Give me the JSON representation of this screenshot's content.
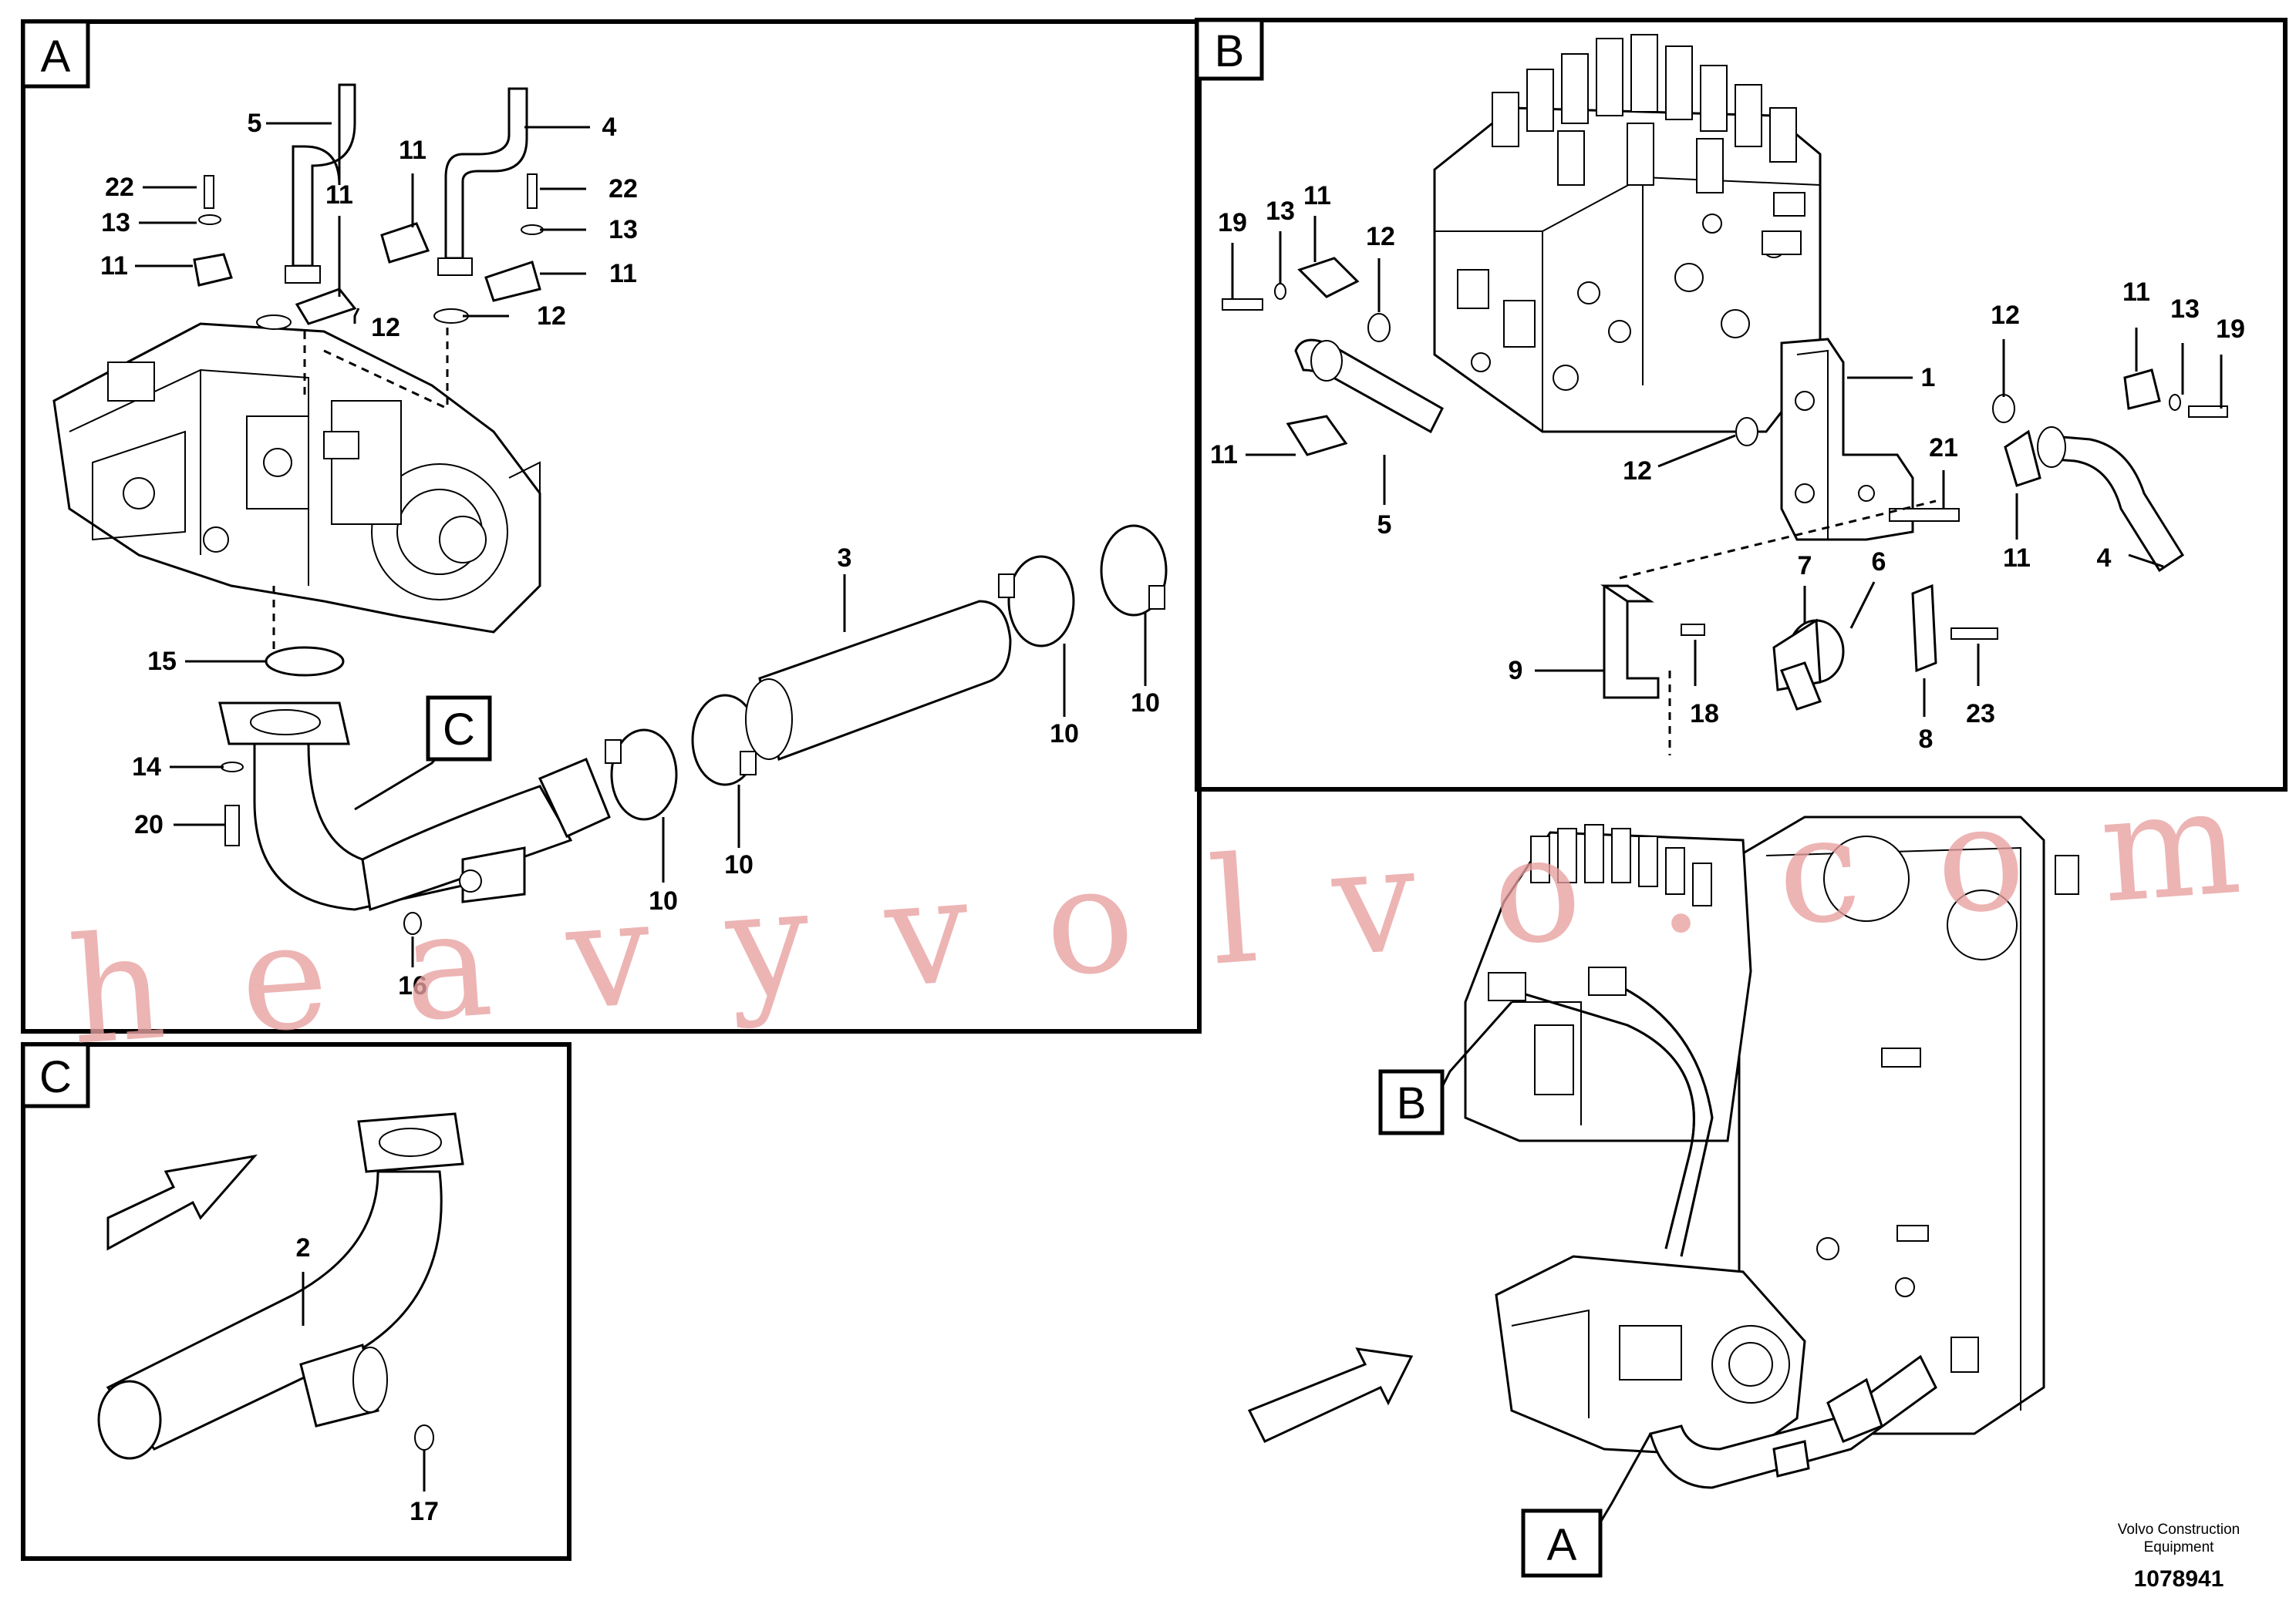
{
  "panels": {
    "a": "A",
    "b": "B",
    "c": "C"
  },
  "callouts": {
    "view_a": "A",
    "view_b": "B",
    "view_c": "C"
  },
  "panel_a": {
    "n5": "5",
    "n4": "4",
    "n11a": "11",
    "n11b": "11",
    "n11c": "11",
    "n11d": "11",
    "n22a": "22",
    "n22b": "22",
    "n13a": "13",
    "n13b": "13",
    "n12a": "12",
    "n12b": "12",
    "n15": "15",
    "n14": "14",
    "n20": "20",
    "n16": "16",
    "n3": "3",
    "n10a": "10",
    "n10b": "10",
    "n10c": "10",
    "n10d": "10"
  },
  "panel_b": {
    "n19a": "19",
    "n13a": "13",
    "n11a": "11",
    "n12a": "12",
    "n11b": "11",
    "n5": "5",
    "n12b": "12",
    "n1": "1",
    "n12c": "12",
    "n11c": "11",
    "n13b": "13",
    "n19b": "19",
    "n21": "21",
    "n11d": "11",
    "n4": "4",
    "n7": "7",
    "n6": "6",
    "n9": "9",
    "n18": "18",
    "n8": "8",
    "n23": "23"
  },
  "panel_c": {
    "n2": "2",
    "n17": "17"
  },
  "watermark": "heavyvolvo.com",
  "footer": {
    "brand_line1": "Volvo Construction",
    "brand_line2": "Equipment",
    "doc_number": "1078941"
  }
}
